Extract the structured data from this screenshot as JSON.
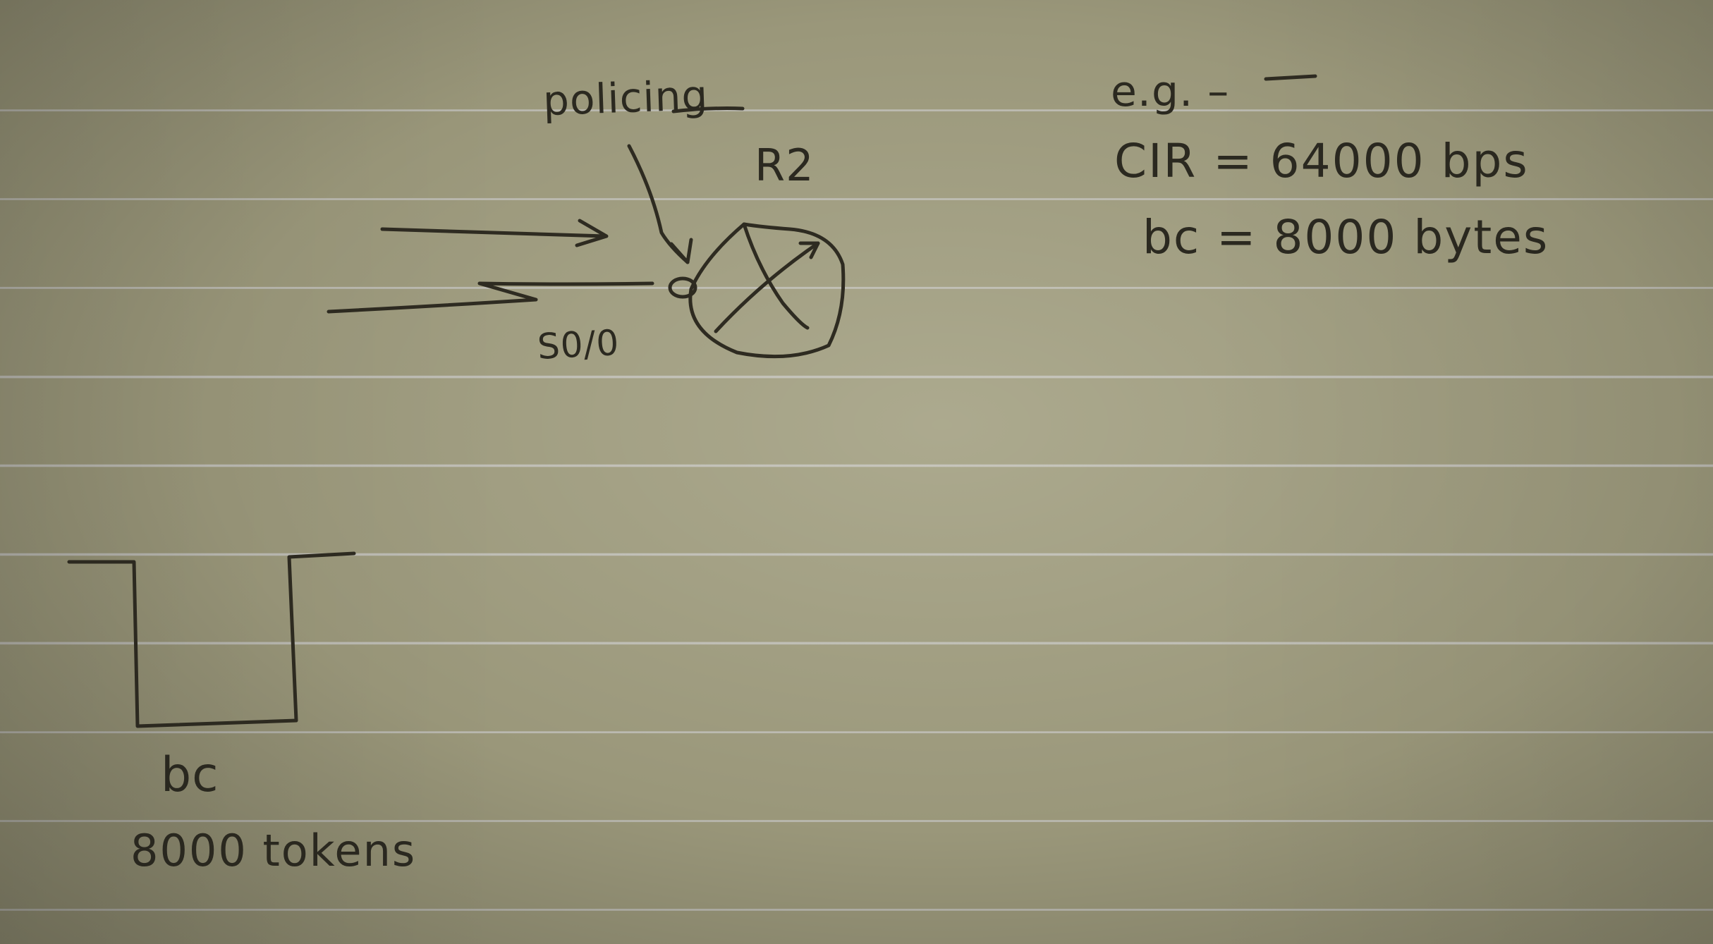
{
  "topology": {
    "policing_label": "policing",
    "router_label": "R2",
    "interface_label": "S0/0",
    "router_icon": "router-icon",
    "arrow_icon": "arrow-icon"
  },
  "example": {
    "prefix": "e.g. –",
    "cir_line": "CIR = 64000 bps",
    "bc_line": "bc = 8000 bytes"
  },
  "bucket": {
    "icon": "bucket-icon",
    "label": "bc",
    "tokens_label": "8000 tokens"
  }
}
